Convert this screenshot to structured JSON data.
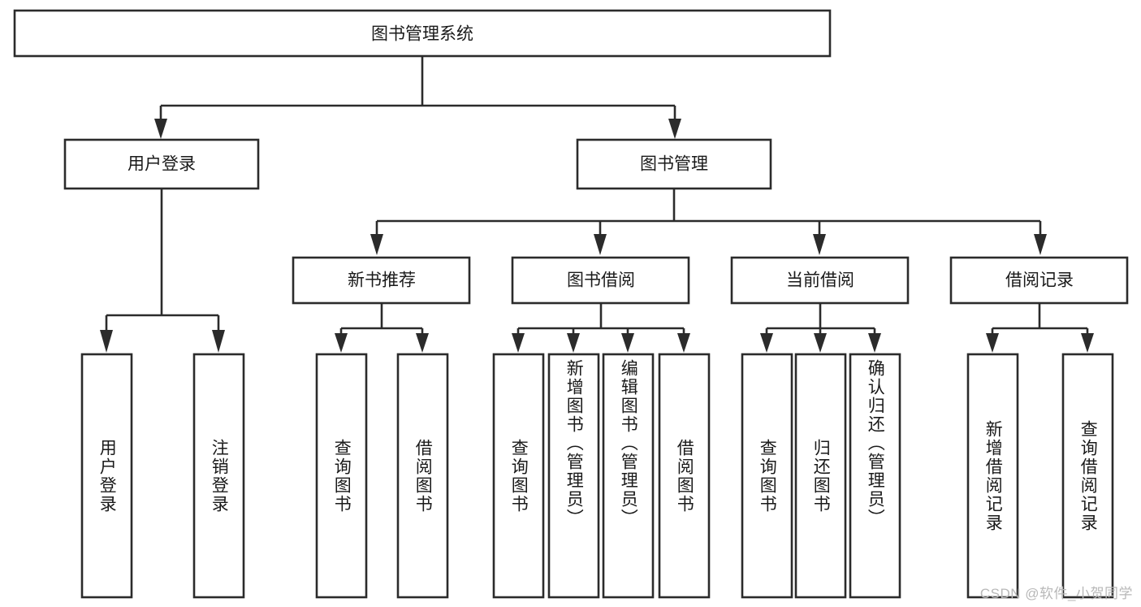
{
  "diagram": {
    "type": "tree-hierarchy-functional-decomposition",
    "title": "图书管理系统",
    "watermark": "CSDN @软件_小贺同学",
    "colors": {
      "stroke": "#2b2b2b",
      "fill": "#ffffff",
      "text": "#1a1a1a",
      "watermark": "#b8b8b8",
      "background": "#ffffff"
    },
    "levels": {
      "root": {
        "label": "图书管理系统",
        "orientation": "horizontal"
      },
      "level2": [
        {
          "label": "用户登录",
          "orientation": "horizontal"
        },
        {
          "label": "图书管理",
          "orientation": "horizontal"
        }
      ],
      "level3": [
        {
          "label": "新书推荐",
          "orientation": "horizontal",
          "parent": "图书管理"
        },
        {
          "label": "图书借阅",
          "orientation": "horizontal",
          "parent": "图书管理"
        },
        {
          "label": "当前借阅",
          "orientation": "horizontal",
          "parent": "图书管理"
        },
        {
          "label": "借阅记录",
          "orientation": "horizontal",
          "parent": "图书管理"
        }
      ],
      "leaves": [
        {
          "label": "用户登录",
          "orientation": "vertical",
          "parent": "用户登录"
        },
        {
          "label": "注销登录",
          "orientation": "vertical",
          "parent": "用户登录"
        },
        {
          "label": "查询图书",
          "orientation": "vertical",
          "parent": "新书推荐"
        },
        {
          "label": "借阅图书",
          "orientation": "vertical",
          "parent": "新书推荐"
        },
        {
          "label": "查询图书",
          "orientation": "vertical",
          "parent": "图书借阅"
        },
        {
          "label": "新增图书（管理员）",
          "orientation": "vertical",
          "parent": "图书借阅"
        },
        {
          "label": "编辑图书（管理员）",
          "orientation": "vertical",
          "parent": "图书借阅"
        },
        {
          "label": "借阅图书",
          "orientation": "vertical",
          "parent": "图书借阅"
        },
        {
          "label": "查询图书",
          "orientation": "vertical",
          "parent": "当前借阅"
        },
        {
          "label": "归还图书",
          "orientation": "vertical",
          "parent": "当前借阅"
        },
        {
          "label": "确认归还（管理员）",
          "orientation": "vertical",
          "parent": "当前借阅"
        },
        {
          "label": "新增借阅记录",
          "orientation": "vertical",
          "parent": "借阅记录"
        },
        {
          "label": "查询借阅记录",
          "orientation": "vertical",
          "parent": "借阅记录"
        }
      ]
    }
  }
}
